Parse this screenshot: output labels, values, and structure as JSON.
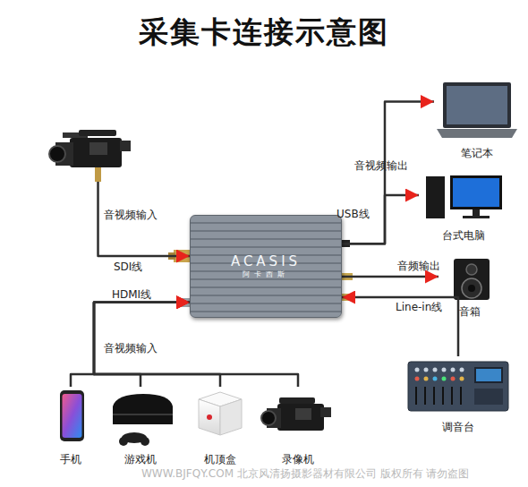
{
  "diagram": {
    "title": "采集卡连接示意图",
    "nodes": [
      {
        "text": [
          "笔记本"
        ]
      },
      {
        "text": []
      },
      {
        "text": [
          "台式电脑"
        ]
      },
      {
        "text": [
          "ACASIS",
          "阿卡西斯"
        ]
      },
      {
        "text": [
          "音箱"
        ]
      },
      {
        "text": [
          "调音台"
        ]
      },
      {
        "text": [
          "手机"
        ]
      },
      {
        "text": [
          "游戏机"
        ]
      },
      {
        "text": [
          "机顶盒"
        ]
      },
      {
        "text": [
          "录像机"
        ]
      }
    ],
    "edges": [
      {
        "from": 1,
        "to": 3,
        "label": "SDI线",
        "arrow": "to"
      },
      {
        "from": 3,
        "to": 0,
        "label": "USB线",
        "arrow": "to"
      },
      {
        "from": 3,
        "to": 2,
        "arrow": "to"
      },
      {
        "from": 3,
        "to": 4,
        "label": "音频输出",
        "arrow": "to"
      },
      {
        "from": 5,
        "to": 3,
        "label": "Line-in线",
        "arrow": "to"
      },
      {
        "from": 6,
        "to": 3,
        "label": "HDMI线",
        "arrow": "to"
      },
      {
        "from": 7,
        "to": 3,
        "arrow": "to"
      },
      {
        "from": 8,
        "to": 3,
        "arrow": "to"
      },
      {
        "from": 9,
        "to": 3,
        "arrow": "to"
      }
    ],
    "labels": [
      "音视频输入",
      "音视频输出",
      "音视频输入",
      "WWW.BJFQY.COM 北京风清扬摄影器材有限公司 版权所有 请勿盗图"
    ]
  }
}
